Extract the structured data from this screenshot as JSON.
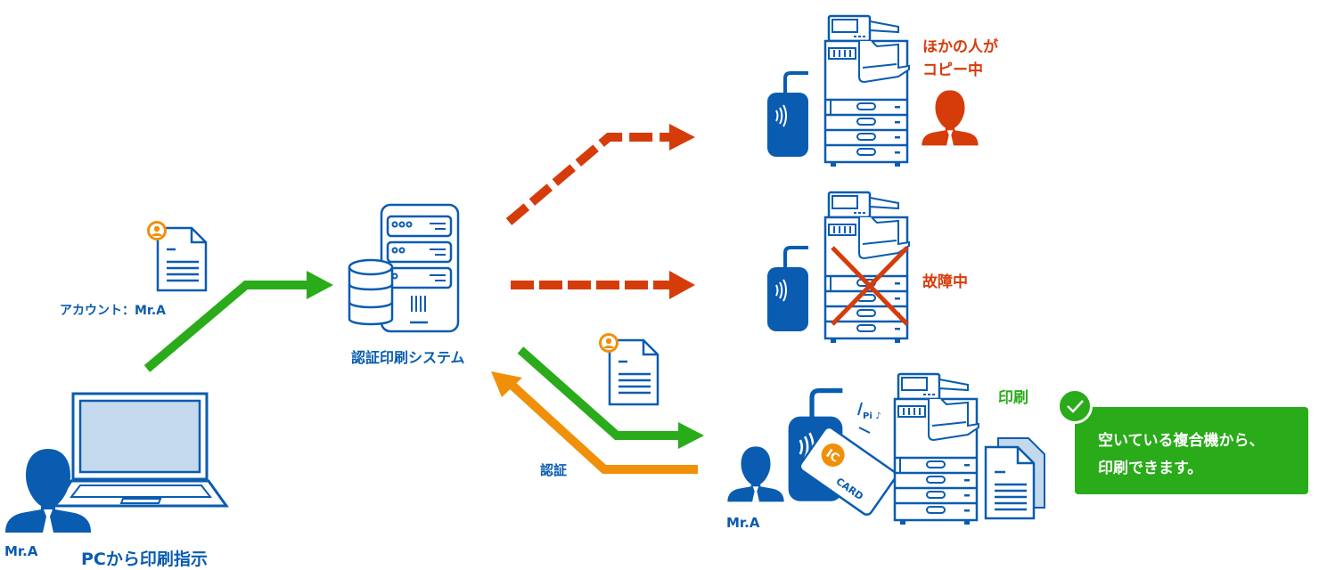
{
  "colors": {
    "primary_blue": "#0a5cb0",
    "light_blue": "#c4d9ee",
    "alert_red": "#d63c0a",
    "success_green": "#29ab1a",
    "auth_orange": "#f0900a"
  },
  "user": {
    "name": "Mr.A",
    "action_label": "PCから印刷指示"
  },
  "print_job": {
    "account_label": "アカウント：Mr.A"
  },
  "server": {
    "label": "認証印刷システム"
  },
  "auth_flow": {
    "label": "認証"
  },
  "printers": [
    {
      "id": "busy",
      "status_line1": "ほかの人が",
      "status_line2": "コピー中"
    },
    {
      "id": "broken",
      "status": "故障中"
    },
    {
      "id": "available",
      "status": "印刷",
      "user_name": "Mr.A",
      "card_text": "CARD",
      "card_logo": "IC",
      "beep_text": "Pi ♪"
    }
  ],
  "callout": {
    "line1": "空いている複合機から、",
    "line2": "印刷できます。",
    "icon": "check-icon"
  }
}
